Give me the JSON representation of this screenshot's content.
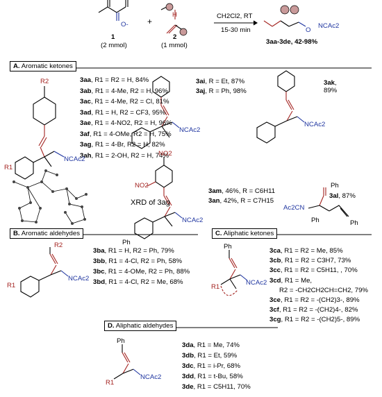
{
  "header": {
    "reagent1_label": "1",
    "reagent1_amount": "(2 mmol)",
    "reagent2_label": "2",
    "reagent2_amount": "(1 mmol)",
    "plus": "+",
    "conditions_1": "CH2Cl2, RT",
    "conditions_2": "15-30 min",
    "product_range": "3aa-3de, 42-98%",
    "atom_o": "O",
    "atom_n": "N",
    "atom_h": "H",
    "atom_ncac2": "NCAc2",
    "atom_o_minus": "O-"
  },
  "sections": {
    "A": {
      "label": "A.",
      "title": "Aromatic ketones"
    },
    "B": {
      "label": "B.",
      "title": "Aromatic aldehydes"
    },
    "C": {
      "label": "C.",
      "title": "Aliphatic ketones"
    },
    "D": {
      "label": "D.",
      "title": "Aliphatic aldehydes"
    }
  },
  "xrd_label": "XRD of 3ag",
  "entries_A": [
    {
      "id": "3aa",
      "text": ", R1 = R2 = H, 84%"
    },
    {
      "id": "3ab",
      "text": ", R1 = 4-Me, R2 = H, 96%"
    },
    {
      "id": "3ac",
      "text": ", R1 = 4-Me, R2 = Cl, 81%"
    },
    {
      "id": "3ad",
      "text": ", R1 = H, R2 = CF3, 95%"
    },
    {
      "id": "3ae",
      "text": ", R1 = 4-NO2, R2 = H, 96%"
    },
    {
      "id": "3af",
      "text": ", R1 = 4-OMe, R2 = H, 75%"
    },
    {
      "id": "3ag",
      "text": ", R1 = 4-Br, R2 = H, 82%"
    },
    {
      "id": "3ah",
      "text": ", R1 = 2-OH, R2 = H, 74%"
    }
  ],
  "entries_A_mid": [
    {
      "id": "3ai",
      "text": ", R = Et, 87%"
    },
    {
      "id": "3aj",
      "text": ", R = Ph, 98%"
    }
  ],
  "entry_ak": {
    "id": "3ak",
    "text": ",",
    "yield": "89%"
  },
  "entries_A_nitro": [
    {
      "id": "3am",
      "text": ", 46%, R = C6H11"
    },
    {
      "id": "3an",
      "text": ", 42%, R = C7H15"
    }
  ],
  "entry_al": {
    "id": "3al",
    "text": ", 87%"
  },
  "entries_B": [
    {
      "id": "3ba",
      "text": ", R1 = H, R2 = Ph, 79%"
    },
    {
      "id": "3bb",
      "text": ", R1 = 4-Cl, R2 = Ph, 58%"
    },
    {
      "id": "3bc",
      "text": ", R1 = 4-OMe, R2 = Ph, 88%"
    },
    {
      "id": "3bd",
      "text": ", R1 = 4-Cl, R2 = Me, 68%"
    }
  ],
  "entries_C": [
    {
      "id": "3ca",
      "text": ", R1 = R2 = Me, 85%"
    },
    {
      "id": "3cb",
      "text": ", R1 = R2 = C3H7, 73%"
    },
    {
      "id": "3cc",
      "text": ", R1 = R2 = C5H11, , 70%"
    },
    {
      "id": "3cd",
      "text": ", R1 = Me,"
    },
    {
      "id": "",
      "text": "R2 = -CH2CH2CH=CH2, 79%"
    },
    {
      "id": "3ce",
      "text": ", R1 = R2 = -(CH2)3-, 89%"
    },
    {
      "id": "3cf",
      "text": ", R1 = R2 = -(CH2)4-, 82%"
    },
    {
      "id": "3cg",
      "text": ", R1 = R2 = -(CH2)5-, 89%"
    }
  ],
  "entries_D": [
    {
      "id": "3da",
      "text": ", R1 = Me, 74%"
    },
    {
      "id": "3db",
      "text": ", R1 = Et, 59%"
    },
    {
      "id": "3dc",
      "text": ", R1 = i-Pr, 68%"
    },
    {
      "id": "3dd",
      "text": ", R1 = t-Bu, 58%"
    },
    {
      "id": "3de",
      "text": ", R1 = C5H11, 70%"
    }
  ],
  "struct_labels": {
    "r": "R",
    "r1": "R1",
    "r2": "R2",
    "ph": "Ph",
    "no2": "NO2",
    "n": "N",
    "o": "O",
    "ncac2": "NCAc2",
    "ac2cn": "Ac2CN"
  },
  "colors": {
    "ink": "#000000",
    "red": "#a3221f",
    "blue": "#1f35a0",
    "ball": "#c99a9a"
  }
}
